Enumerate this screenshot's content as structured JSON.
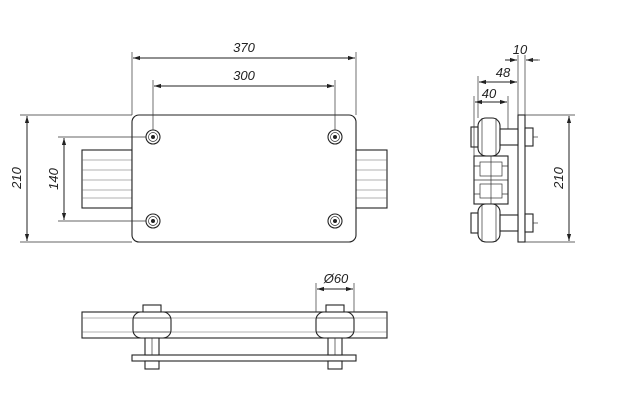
{
  "drawing": {
    "front_view": {
      "overall_width": "370",
      "hole_spacing_x": "300",
      "overall_height": "210",
      "hole_spacing_y": "140"
    },
    "side_view": {
      "thickness": "10",
      "offset_48": "48",
      "offset_40": "40",
      "height": "210"
    },
    "bottom_view": {
      "wheel_diameter": "Ø60"
    }
  }
}
